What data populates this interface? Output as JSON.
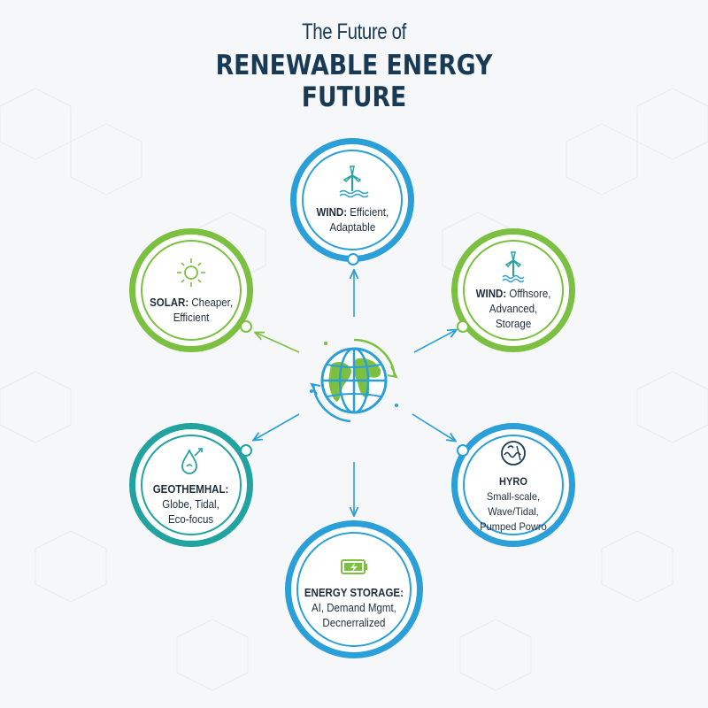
{
  "title": {
    "pre": "The Future of",
    "line1": "RENEWABLE ENERGY",
    "line2": "FUTURE"
  },
  "colors": {
    "blue": "#2a9fd8",
    "green": "#7cc042",
    "teal": "#22a3a0",
    "navy": "#183a55"
  },
  "nodes": {
    "top": {
      "head": "WIND:",
      "rest": " Efficient,",
      "line2": "Adaptable",
      "icon": "wind-turbine-water-icon"
    },
    "upper_left": {
      "head": "SOLAR:",
      "rest": " Cheaper,",
      "line2": "Efficient",
      "icon": "sun-icon"
    },
    "upper_right": {
      "head": "WIND:",
      "rest": " Offhsore,",
      "line2": "Advanced,",
      "line3": "Storage",
      "icon": "offshore-wind-turbine-icon"
    },
    "lower_left": {
      "head": "GEOTHEMHAL:",
      "line2": "Globe, Tidal,",
      "line3": "Eco-focus",
      "icon": "geothermal-drop-icon"
    },
    "lower_right": {
      "head": "HYRO",
      "line2": "Small-scale, Wave/Tidal,",
      "line3": "Pumped Powro",
      "icon": "hydro-wave-icon"
    },
    "bottom": {
      "head": "ENERGY STORAGE:",
      "line2": "AI, Demand Mgmt,",
      "line3": "Decnerralized",
      "icon": "battery-icon"
    }
  },
  "center": {
    "icon": "globe-icon"
  }
}
